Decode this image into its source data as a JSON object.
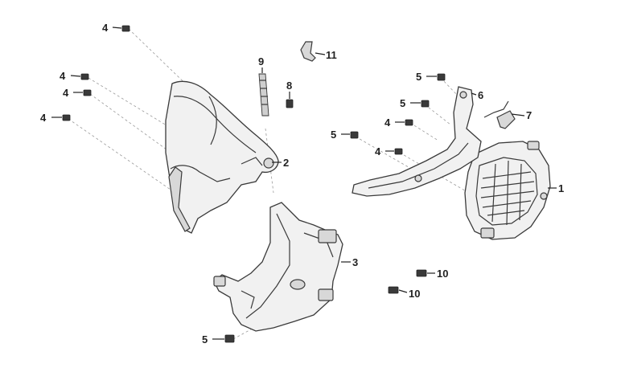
{
  "callouts": [
    {
      "id": "c1",
      "text": "1"
    },
    {
      "id": "c2",
      "text": "2"
    },
    {
      "id": "c3",
      "text": "3"
    },
    {
      "id": "c4a",
      "text": "4"
    },
    {
      "id": "c4b",
      "text": "4"
    },
    {
      "id": "c4c",
      "text": "4"
    },
    {
      "id": "c4d",
      "text": "4"
    },
    {
      "id": "c4e",
      "text": "4"
    },
    {
      "id": "c4f",
      "text": "4"
    },
    {
      "id": "c5a",
      "text": "5"
    },
    {
      "id": "c5b",
      "text": "5"
    },
    {
      "id": "c5c",
      "text": "5"
    },
    {
      "id": "c5d",
      "text": "5"
    },
    {
      "id": "c6",
      "text": "6"
    },
    {
      "id": "c7",
      "text": "7"
    },
    {
      "id": "c8",
      "text": "8"
    },
    {
      "id": "c9",
      "text": "9"
    },
    {
      "id": "c10a",
      "text": "10"
    },
    {
      "id": "c10b",
      "text": "10"
    },
    {
      "id": "c11",
      "text": "11"
    }
  ]
}
